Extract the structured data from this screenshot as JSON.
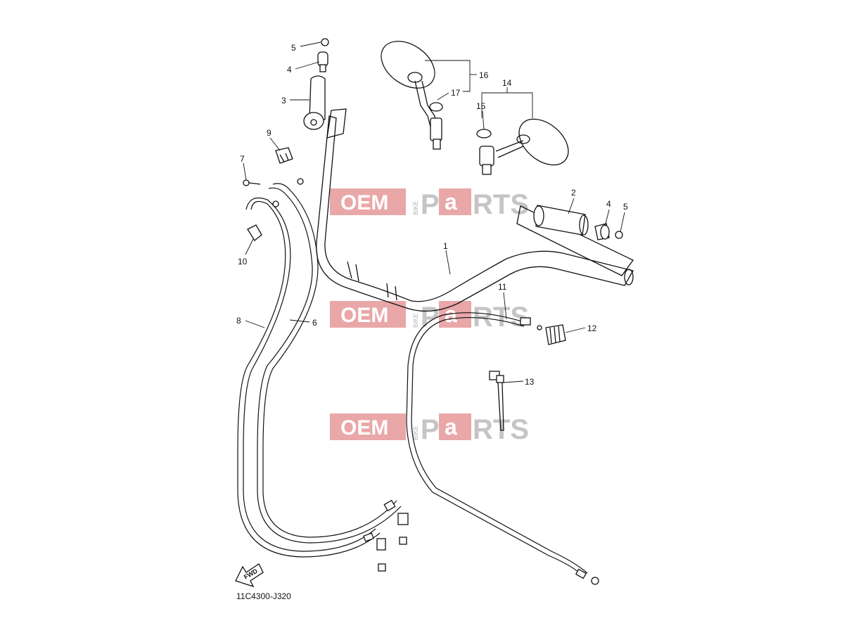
{
  "diagram": {
    "code": "11C4300-J320",
    "fwd_label": "FWD",
    "callouts": [
      {
        "id": "c1",
        "label": "1"
      },
      {
        "id": "c2",
        "label": "2"
      },
      {
        "id": "c3",
        "label": "3"
      },
      {
        "id": "c4a",
        "label": "4"
      },
      {
        "id": "c4b",
        "label": "4"
      },
      {
        "id": "c5a",
        "label": "5"
      },
      {
        "id": "c5b",
        "label": "5"
      },
      {
        "id": "c6",
        "label": "6"
      },
      {
        "id": "c7",
        "label": "7"
      },
      {
        "id": "c8",
        "label": "8"
      },
      {
        "id": "c9",
        "label": "9"
      },
      {
        "id": "c10",
        "label": "10"
      },
      {
        "id": "c11",
        "label": "11"
      },
      {
        "id": "c12",
        "label": "12"
      },
      {
        "id": "c13",
        "label": "13"
      },
      {
        "id": "c14",
        "label": "14"
      },
      {
        "id": "c15",
        "label": "15"
      },
      {
        "id": "c16",
        "label": "16"
      },
      {
        "id": "c17",
        "label": "17"
      }
    ]
  },
  "watermark": {
    "oem": "OEM",
    "bike": "BIKE",
    "p": "P",
    "a": "a",
    "rts": "RTS"
  },
  "colors": {
    "watermark_red": "#e9a7a7",
    "watermark_gray": "#c5c5c5",
    "line": "#111111"
  }
}
